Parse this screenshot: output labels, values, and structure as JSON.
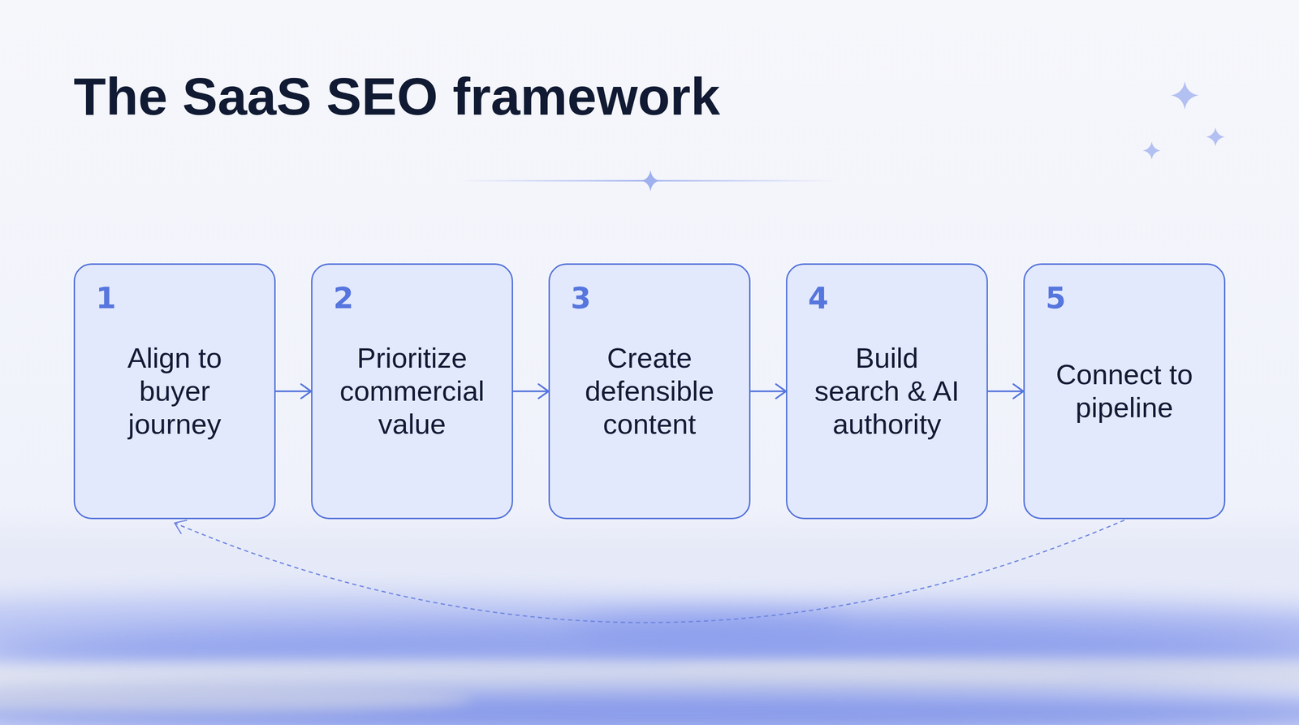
{
  "diagram": {
    "title": "The SaaS SEO framework",
    "nodes": [
      {
        "text": [
          "1",
          "Align to buyer journey"
        ]
      },
      {
        "text": [
          "2",
          "Prioritize commercial value"
        ]
      },
      {
        "text": [
          "3",
          "Create defensible content"
        ]
      },
      {
        "text": [
          "4",
          "Build search & AI authority"
        ]
      },
      {
        "text": [
          "5",
          "Connect to pipeline"
        ]
      }
    ],
    "edges": [
      {
        "from": 0,
        "to": 1,
        "arrow": "to"
      },
      {
        "from": 1,
        "to": 2,
        "arrow": "to"
      },
      {
        "from": 2,
        "to": 3,
        "arrow": "to"
      },
      {
        "from": 3,
        "to": 4,
        "arrow": "to"
      },
      {
        "from": 4,
        "to": 0,
        "arrow": "to"
      }
    ]
  }
}
